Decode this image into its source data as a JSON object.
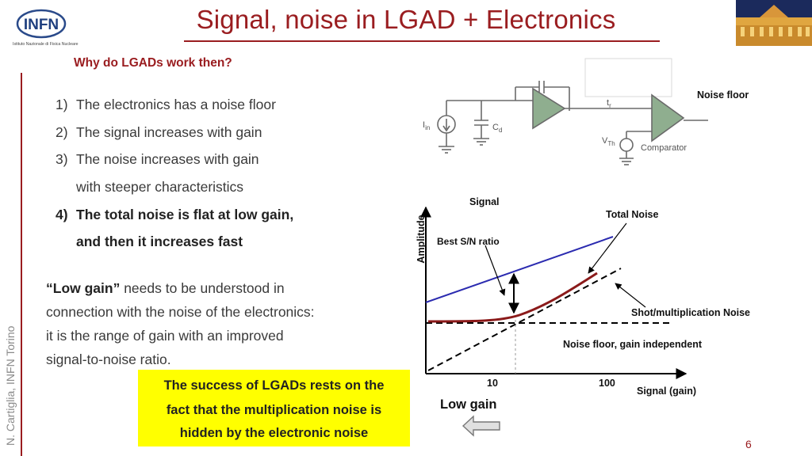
{
  "header": {
    "logo_text": "INFN",
    "logo_subtext": "Istituto Nazionale di Fisica Nucleare",
    "title": "Signal, noise in LGAD + Electronics"
  },
  "sidebar": {
    "author": "N. Cartiglia, INFN Torino"
  },
  "subtitle": "Why do LGADs work then?",
  "list": [
    {
      "num": "1)",
      "text": "The electronics has a noise floor"
    },
    {
      "num": "2)",
      "text": "The signal increases with gain"
    },
    {
      "num": "3)",
      "text": "The noise increases with gain"
    },
    {
      "num": "",
      "text": "with steeper characteristics"
    },
    {
      "num": "4)",
      "text": "The total noise is flat at low gain,"
    },
    {
      "num": "",
      "text": "and then it increases fast"
    }
  ],
  "paragraph": {
    "bold_lead": "“Low gain”",
    "line1_rest": " needs to be understood in",
    "line2": "connection with the noise of the electronics:",
    "line3": " it is the range of gain with an improved",
    "line4": "signal-to-noise ratio."
  },
  "highlight": [
    "The success of LGADs rests on the",
    "fact that the multiplication noise is",
    "hidden by the electronic noise"
  ],
  "circuit": {
    "iin_label": "I",
    "iin_sub": "in",
    "cd_label": "C",
    "cd_sub": "d",
    "tr_label": "t",
    "tr_sub": "r",
    "vth_label": "V",
    "vth_sub": "Th",
    "comparator_label": "Comparator",
    "noise_floor_label": "Noise floor"
  },
  "chart_data": {
    "type": "line",
    "xlabel": "Signal (gain)",
    "ylabel": "Amplitude",
    "x_ticks": [
      "10",
      "100"
    ],
    "series": [
      {
        "name": "Signal"
      },
      {
        "name": "Total Noise"
      },
      {
        "name": "Shot/multiplication Noise"
      },
      {
        "name": "Noise floor, gain independent"
      }
    ],
    "annotations": [
      "Best S/N ratio",
      "Low gain"
    ],
    "colors": {
      "signal": "#2b2bb0",
      "total_noise": "#8b1a1a",
      "noise": "#000000"
    }
  },
  "page_number": "6"
}
